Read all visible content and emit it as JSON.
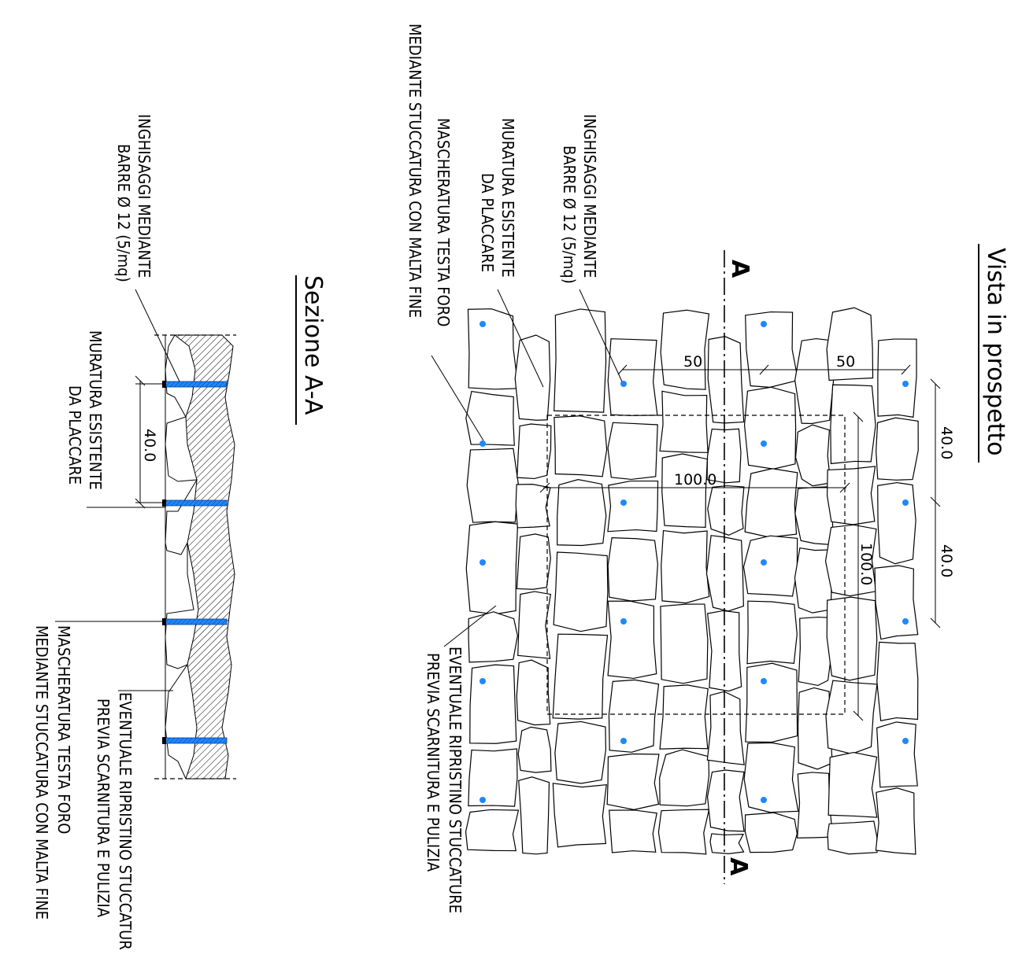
{
  "titles": {
    "elevation": "Vista in prospetto",
    "section": "Sezione A-A"
  },
  "section_marks": {
    "top": "A",
    "bottom": "A"
  },
  "elevation_labels": {
    "bars": [
      "INGHISAGGI MEDIANTE",
      "BARRE Ø 12 (5/mq)"
    ],
    "masonry": [
      "MURATURA ESISTENTE",
      "DA PLACCARE"
    ],
    "masking": [
      "MASCHERATURA TESTA FORO",
      "MEDIANTE STUCCATURA CON MALTA FINE"
    ],
    "repointing": [
      "EVENTUALE RIPRISTINO STUCCATURE",
      "PREVIA SCARNITURA E PULIZIA"
    ]
  },
  "section_labels": {
    "bars": [
      "INGHISAGGI MEDIANTE",
      "BARRE Ø 12 (5/mq)"
    ],
    "masonry": [
      "MURATURA ESISTENTE",
      "DA PLACCARE"
    ],
    "repointing": [
      "EVENTUALE RIPRISTINO STUCCATUR",
      "PREVIA SCARNITURA E PULIZIA"
    ],
    "masking": [
      "MASCHERATURA TESTA FORO",
      "MEDIANTE STUCCATURA CON MALTA FINE"
    ]
  },
  "dimensions": {
    "elev_spacing_a": "50",
    "elev_spacing_b": "50",
    "elev_pitch_a": "40.0",
    "elev_pitch_b": "40.0",
    "elev_square_w": "100.0",
    "elev_square_h": "100.0",
    "section_pitch": "40.0"
  },
  "colors": {
    "bar": "#1e88ff",
    "ink": "#000000"
  }
}
